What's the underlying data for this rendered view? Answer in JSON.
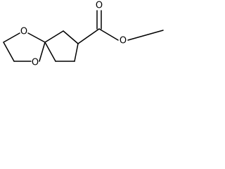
{
  "atoms": {
    "o_ring_top": "O",
    "o_ring_bottom": "O",
    "o_carbonyl": "O",
    "o_ester": "O"
  }
}
